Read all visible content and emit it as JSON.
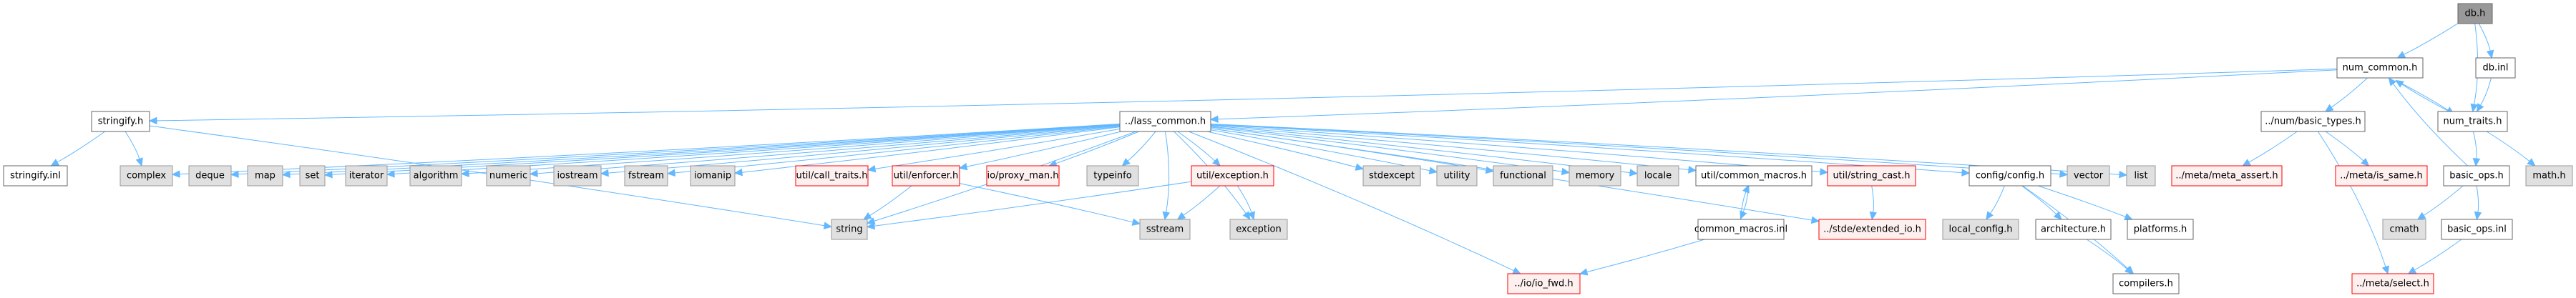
{
  "diagram": {
    "title": "db.h include dependency graph",
    "styles": {
      "root": {
        "fill": "#999999",
        "stroke": "#666666"
      },
      "normal": {
        "fill": "#ffffff",
        "stroke": "#666666"
      },
      "external": {
        "fill": "#e0e0e0",
        "stroke": "#999999"
      },
      "missing": {
        "fill": "#fff0f0",
        "stroke": "#ff0000"
      },
      "edge_color": "#63b8ff"
    },
    "nodes": [
      {
        "id": "db_h",
        "label": "db.h",
        "kind": "root"
      },
      {
        "id": "num_common_h",
        "label": "num_common.h",
        "kind": "normal"
      },
      {
        "id": "db_inl",
        "label": "db.inl",
        "kind": "normal"
      },
      {
        "id": "stringify_h",
        "label": "stringify.h",
        "kind": "normal"
      },
      {
        "id": "lass_common_h",
        "label": "../lass_common.h",
        "kind": "normal"
      },
      {
        "id": "basic_types_h",
        "label": "../num/basic_types.h",
        "kind": "normal"
      },
      {
        "id": "num_traits_h",
        "label": "num_traits.h",
        "kind": "normal"
      },
      {
        "id": "stringify_inl",
        "label": "stringify.inl",
        "kind": "normal"
      },
      {
        "id": "complex",
        "label": "complex",
        "kind": "external"
      },
      {
        "id": "deque",
        "label": "deque",
        "kind": "external"
      },
      {
        "id": "map",
        "label": "map",
        "kind": "external"
      },
      {
        "id": "set",
        "label": "set",
        "kind": "external"
      },
      {
        "id": "iterator",
        "label": "iterator",
        "kind": "external"
      },
      {
        "id": "algorithm",
        "label": "algorithm",
        "kind": "external"
      },
      {
        "id": "numeric",
        "label": "numeric",
        "kind": "external"
      },
      {
        "id": "iostream",
        "label": "iostream",
        "kind": "external"
      },
      {
        "id": "fstream",
        "label": "fstream",
        "kind": "external"
      },
      {
        "id": "iomanip",
        "label": "iomanip",
        "kind": "external"
      },
      {
        "id": "call_traits_h",
        "label": "util/call_traits.h",
        "kind": "missing"
      },
      {
        "id": "enforcer_h",
        "label": "util/enforcer.h",
        "kind": "missing"
      },
      {
        "id": "proxy_man_h",
        "label": "io/proxy_man.h",
        "kind": "missing"
      },
      {
        "id": "typeinfo",
        "label": "typeinfo",
        "kind": "external"
      },
      {
        "id": "exception_h",
        "label": "util/exception.h",
        "kind": "missing"
      },
      {
        "id": "stdexcept",
        "label": "stdexcept",
        "kind": "external"
      },
      {
        "id": "utility",
        "label": "utility",
        "kind": "external"
      },
      {
        "id": "functional",
        "label": "functional",
        "kind": "external"
      },
      {
        "id": "memory",
        "label": "memory",
        "kind": "external"
      },
      {
        "id": "locale",
        "label": "locale",
        "kind": "external"
      },
      {
        "id": "common_macros_h",
        "label": "util/common_macros.h",
        "kind": "normal"
      },
      {
        "id": "string_cast_h",
        "label": "util/string_cast.h",
        "kind": "missing"
      },
      {
        "id": "config_h",
        "label": "config/config.h",
        "kind": "normal"
      },
      {
        "id": "vector",
        "label": "vector",
        "kind": "external"
      },
      {
        "id": "list",
        "label": "list",
        "kind": "external"
      },
      {
        "id": "meta_assert_h",
        "label": "../meta/meta_assert.h",
        "kind": "missing"
      },
      {
        "id": "is_same_h",
        "label": "../meta/is_same.h",
        "kind": "missing"
      },
      {
        "id": "basic_ops_h",
        "label": "basic_ops.h",
        "kind": "normal"
      },
      {
        "id": "math_h",
        "label": "math.h",
        "kind": "external"
      },
      {
        "id": "string",
        "label": "string",
        "kind": "external"
      },
      {
        "id": "sstream",
        "label": "sstream",
        "kind": "external"
      },
      {
        "id": "exception",
        "label": "exception",
        "kind": "external"
      },
      {
        "id": "common_macros_inl",
        "label": "common_macros.inl",
        "kind": "normal"
      },
      {
        "id": "extended_io_h",
        "label": "../stde/extended_io.h",
        "kind": "missing"
      },
      {
        "id": "local_config_h",
        "label": "local_config.h",
        "kind": "external"
      },
      {
        "id": "architecture_h",
        "label": "architecture.h",
        "kind": "normal"
      },
      {
        "id": "platforms_h",
        "label": "platforms.h",
        "kind": "normal"
      },
      {
        "id": "cmath",
        "label": "cmath",
        "kind": "external"
      },
      {
        "id": "basic_ops_inl",
        "label": "basic_ops.inl",
        "kind": "normal"
      },
      {
        "id": "io_fwd_h",
        "label": "../io/io_fwd.h",
        "kind": "missing"
      },
      {
        "id": "compilers_h",
        "label": "compilers.h",
        "kind": "normal"
      },
      {
        "id": "select_h",
        "label": "../meta/select.h",
        "kind": "missing"
      }
    ],
    "edges": [
      [
        "db_h",
        "num_common_h"
      ],
      [
        "db_h",
        "db_inl"
      ],
      [
        "db_h",
        "num_traits_h"
      ],
      [
        "num_common_h",
        "stringify_h"
      ],
      [
        "num_common_h",
        "lass_common_h"
      ],
      [
        "num_common_h",
        "basic_types_h"
      ],
      [
        "num_common_h",
        "num_traits_h"
      ],
      [
        "db_inl",
        "num_traits_h"
      ],
      [
        "num_traits_h",
        "num_common_h"
      ],
      [
        "num_traits_h",
        "basic_ops_h"
      ],
      [
        "num_traits_h",
        "math_h"
      ],
      [
        "basic_ops_h",
        "num_common_h"
      ],
      [
        "basic_ops_h",
        "cmath"
      ],
      [
        "basic_ops_h",
        "basic_ops_inl"
      ],
      [
        "basic_ops_inl",
        "select_h"
      ],
      [
        "basic_types_h",
        "meta_assert_h"
      ],
      [
        "basic_types_h",
        "is_same_h"
      ],
      [
        "basic_types_h",
        "select_h"
      ],
      [
        "stringify_h",
        "stringify_inl"
      ],
      [
        "stringify_h",
        "complex"
      ],
      [
        "stringify_h",
        "string"
      ],
      [
        "lass_common_h",
        "complex"
      ],
      [
        "lass_common_h",
        "deque"
      ],
      [
        "lass_common_h",
        "map"
      ],
      [
        "lass_common_h",
        "set"
      ],
      [
        "lass_common_h",
        "iterator"
      ],
      [
        "lass_common_h",
        "algorithm"
      ],
      [
        "lass_common_h",
        "numeric"
      ],
      [
        "lass_common_h",
        "iostream"
      ],
      [
        "lass_common_h",
        "fstream"
      ],
      [
        "lass_common_h",
        "iomanip"
      ],
      [
        "lass_common_h",
        "string"
      ],
      [
        "lass_common_h",
        "call_traits_h"
      ],
      [
        "lass_common_h",
        "enforcer_h"
      ],
      [
        "lass_common_h",
        "proxy_man_h"
      ],
      [
        "lass_common_h",
        "typeinfo"
      ],
      [
        "lass_common_h",
        "sstream"
      ],
      [
        "lass_common_h",
        "exception_h"
      ],
      [
        "lass_common_h",
        "exception"
      ],
      [
        "lass_common_h",
        "stdexcept"
      ],
      [
        "lass_common_h",
        "utility"
      ],
      [
        "lass_common_h",
        "functional"
      ],
      [
        "lass_common_h",
        "memory"
      ],
      [
        "lass_common_h",
        "locale"
      ],
      [
        "lass_common_h",
        "io_fwd_h"
      ],
      [
        "lass_common_h",
        "common_macros_h"
      ],
      [
        "lass_common_h",
        "string_cast_h"
      ],
      [
        "lass_common_h",
        "extended_io_h"
      ],
      [
        "lass_common_h",
        "config_h"
      ],
      [
        "lass_common_h",
        "vector"
      ],
      [
        "lass_common_h",
        "list"
      ],
      [
        "enforcer_h",
        "string"
      ],
      [
        "enforcer_h",
        "sstream"
      ],
      [
        "exception_h",
        "string"
      ],
      [
        "exception_h",
        "sstream"
      ],
      [
        "exception_h",
        "exception"
      ],
      [
        "common_macros_h",
        "common_macros_inl"
      ],
      [
        "common_macros_inl",
        "common_macros_h"
      ],
      [
        "common_macros_inl",
        "io_fwd_h"
      ],
      [
        "string_cast_h",
        "extended_io_h"
      ],
      [
        "config_h",
        "local_config_h"
      ],
      [
        "config_h",
        "architecture_h"
      ],
      [
        "config_h",
        "platforms_h"
      ],
      [
        "config_h",
        "compilers_h"
      ],
      [
        "architecture_h",
        "compilers_h"
      ]
    ]
  }
}
